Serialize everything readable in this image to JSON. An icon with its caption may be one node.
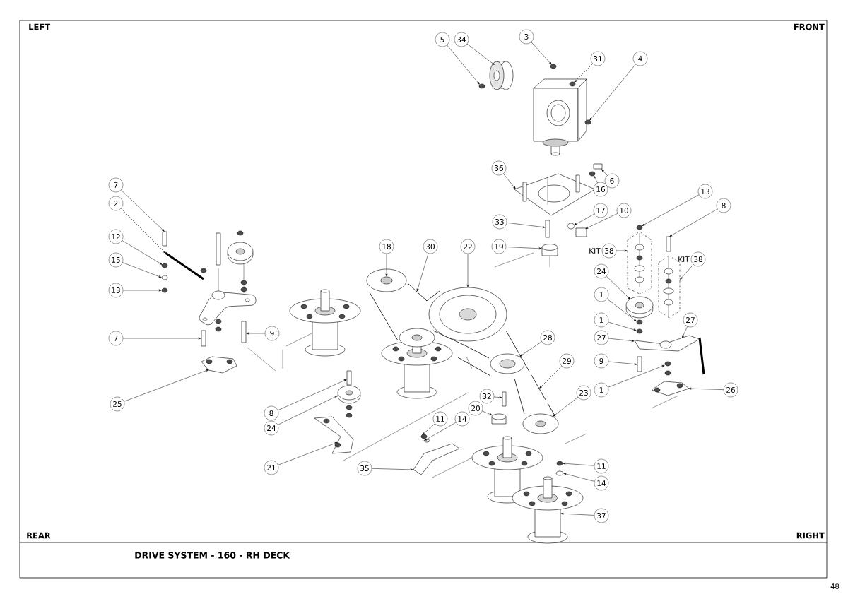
{
  "diagram": {
    "title": "DRIVE SYSTEM - 160 - RH DECK",
    "nodes": [
      {
        "text": [
          "5"
        ]
      },
      {
        "text": [
          "34"
        ]
      },
      {
        "text": [
          "3"
        ]
      },
      {
        "text": [
          "31"
        ]
      },
      {
        "text": [
          "4"
        ]
      },
      {
        "text": [
          "36"
        ]
      },
      {
        "text": [
          "7"
        ]
      },
      {
        "text": [
          "6"
        ]
      },
      {
        "text": [
          "16"
        ]
      },
      {
        "text": [
          "13"
        ]
      },
      {
        "text": [
          "2"
        ]
      },
      {
        "text": [
          "8"
        ]
      },
      {
        "text": [
          "17"
        ]
      },
      {
        "text": [
          "10"
        ]
      },
      {
        "text": [
          "33"
        ]
      },
      {
        "text": [
          "12"
        ]
      },
      {
        "text": [
          "18"
        ]
      },
      {
        "text": [
          "30"
        ]
      },
      {
        "text": [
          "22"
        ]
      },
      {
        "text": [
          "19"
        ]
      },
      {
        "text": [
          "38"
        ],
        "beside": [
          "KIT"
        ]
      },
      {
        "text": [
          "38"
        ],
        "beside": [
          "KIT"
        ]
      },
      {
        "text": [
          "15"
        ]
      },
      {
        "text": [
          "24"
        ]
      },
      {
        "text": [
          "13"
        ]
      },
      {
        "text": [
          "1"
        ]
      },
      {
        "text": [
          "1"
        ]
      },
      {
        "text": [
          "27"
        ]
      },
      {
        "text": [
          "9"
        ]
      },
      {
        "text": [
          "27"
        ]
      },
      {
        "text": [
          "7"
        ]
      },
      {
        "text": [
          "28"
        ]
      },
      {
        "text": [
          "9"
        ]
      },
      {
        "text": [
          "29"
        ]
      },
      {
        "text": [
          "1"
        ]
      },
      {
        "text": [
          "26"
        ]
      },
      {
        "text": [
          "23"
        ]
      },
      {
        "text": [
          "32"
        ]
      },
      {
        "text": [
          "25"
        ]
      },
      {
        "text": [
          "20"
        ]
      },
      {
        "text": [
          "8"
        ]
      },
      {
        "text": [
          "11"
        ]
      },
      {
        "text": [
          "14"
        ]
      },
      {
        "text": [
          "24"
        ]
      },
      {
        "text": [
          "21"
        ]
      },
      {
        "text": [
          "11"
        ]
      },
      {
        "text": [
          "35"
        ]
      },
      {
        "text": [
          "14"
        ]
      },
      {
        "text": [
          "37"
        ]
      },
      {
        "text": [],
        "shape": "circle"
      },
      {
        "text": [],
        "shape": "cylinder"
      },
      {
        "text": [],
        "shape": "picture"
      },
      {
        "text": [],
        "shape": "picture"
      },
      {
        "text": [],
        "shape": "box"
      },
      {
        "text": [],
        "shape": "box"
      },
      {
        "text": [],
        "shape": "circle"
      },
      {
        "text": [],
        "shape": "circle"
      },
      {
        "text": [],
        "shape": "bar"
      },
      {
        "text": [],
        "shape": "box"
      },
      {
        "text": [],
        "shape": "circle"
      },
      {
        "text": [],
        "shape": "box"
      },
      {
        "text": [],
        "shape": "box"
      },
      {
        "text": [],
        "shape": "circle"
      },
      {
        "text": [],
        "shape": "circle"
      },
      {
        "text": [],
        "shape": "bar"
      },
      {
        "text": [],
        "shape": "circle"
      },
      {
        "text": [],
        "shape": "cylinder"
      },
      {
        "text": [],
        "shape": "picture"
      },
      {
        "text": [],
        "shape": "picture"
      },
      {
        "text": [],
        "shape": "circle"
      },
      {
        "text": [],
        "shape": "circle"
      },
      {
        "text": [],
        "shape": "circle"
      },
      {
        "text": [],
        "shape": "circle"
      },
      {
        "text": [],
        "shape": "circle"
      },
      {
        "text": [],
        "shape": "picture"
      },
      {
        "text": [],
        "shape": "box"
      },
      {
        "text": [],
        "shape": "box"
      },
      {
        "text": [],
        "shape": "circle"
      },
      {
        "text": [],
        "shape": "box"
      },
      {
        "text": [],
        "shape": "bar"
      },
      {
        "text": [],
        "shape": "circle"
      },
      {
        "text": [],
        "shape": "picture"
      },
      {
        "text": [],
        "shape": "circle"
      },
      {
        "text": [],
        "shape": "box"
      },
      {
        "text": [],
        "shape": "picture"
      },
      {
        "text": [],
        "shape": "cylinder"
      },
      {
        "text": [],
        "shape": "box"
      },
      {
        "text": [],
        "shape": "circle"
      },
      {
        "text": [],
        "shape": "circle"
      },
      {
        "text": [],
        "shape": "circle"
      },
      {
        "text": [],
        "shape": "picture"
      },
      {
        "text": [],
        "shape": "circle"
      },
      {
        "text": [],
        "shape": "picture"
      },
      {
        "text": [],
        "shape": "circle"
      },
      {
        "text": [],
        "shape": "picture"
      }
    ],
    "edges": [
      {
        "from": 0,
        "to": 49,
        "arrow": "to"
      },
      {
        "from": 1,
        "to": 50,
        "arrow": "to"
      },
      {
        "from": 2,
        "to": 51,
        "arrow": "to"
      },
      {
        "from": 3,
        "to": 51,
        "arrow": "to"
      },
      {
        "from": 4,
        "to": 51,
        "arrow": "to"
      },
      {
        "from": 5,
        "to": 52,
        "arrow": "to"
      },
      {
        "from": 6,
        "to": 53,
        "arrow": "to"
      },
      {
        "from": 7,
        "to": 54,
        "arrow": "to"
      },
      {
        "from": 8,
        "to": 55,
        "arrow": "to"
      },
      {
        "from": 9,
        "to": 56,
        "arrow": "to"
      },
      {
        "from": 10,
        "to": 57,
        "arrow": "to"
      },
      {
        "from": 11,
        "to": 58,
        "arrow": "to"
      },
      {
        "from": 12,
        "to": 59,
        "arrow": "to"
      },
      {
        "from": 13,
        "to": 60,
        "arrow": "to"
      },
      {
        "from": 14,
        "to": 61,
        "arrow": "to"
      },
      {
        "from": 15,
        "to": 62,
        "arrow": "to"
      },
      {
        "from": 16,
        "to": 63,
        "arrow": "to"
      },
      {
        "from": 17,
        "to": 64,
        "arrow": "to"
      },
      {
        "from": 18,
        "to": 65,
        "arrow": "to"
      },
      {
        "from": 19,
        "to": 66,
        "arrow": "to"
      },
      {
        "from": 20,
        "to": 67,
        "arrow": "to"
      },
      {
        "from": 21,
        "to": 68,
        "arrow": "to"
      },
      {
        "from": 22,
        "to": 69,
        "arrow": "to"
      },
      {
        "from": 23,
        "to": 70,
        "arrow": "to"
      },
      {
        "from": 24,
        "to": 71,
        "arrow": "to"
      },
      {
        "from": 25,
        "to": 72,
        "arrow": "to"
      },
      {
        "from": 26,
        "to": 73,
        "arrow": "to"
      },
      {
        "from": 27,
        "to": 74,
        "arrow": "to"
      },
      {
        "from": 28,
        "to": 75,
        "arrow": "to"
      },
      {
        "from": 29,
        "to": 74,
        "arrow": "to"
      },
      {
        "from": 30,
        "to": 76,
        "arrow": "to"
      },
      {
        "from": 31,
        "to": 77,
        "arrow": "to"
      },
      {
        "from": 32,
        "to": 78,
        "arrow": "to"
      },
      {
        "from": 33,
        "to": 79,
        "arrow": "to"
      },
      {
        "from": 34,
        "to": 80,
        "arrow": "to"
      },
      {
        "from": 35,
        "to": 81,
        "arrow": "to"
      },
      {
        "from": 36,
        "to": 82,
        "arrow": "to"
      },
      {
        "from": 37,
        "to": 83,
        "arrow": "to"
      },
      {
        "from": 38,
        "to": 84,
        "arrow": "to"
      },
      {
        "from": 39,
        "to": 85,
        "arrow": "to"
      },
      {
        "from": 40,
        "to": 86,
        "arrow": "to"
      },
      {
        "from": 41,
        "to": 87,
        "arrow": "to"
      },
      {
        "from": 42,
        "to": 88,
        "arrow": "to"
      },
      {
        "from": 43,
        "to": 89,
        "arrow": "to"
      },
      {
        "from": 44,
        "to": 90,
        "arrow": "to"
      },
      {
        "from": 45,
        "to": 91,
        "arrow": "to"
      },
      {
        "from": 46,
        "to": 92,
        "arrow": "to"
      },
      {
        "from": 47,
        "to": 93,
        "arrow": "to"
      },
      {
        "from": 48,
        "to": 94,
        "arrow": "to"
      }
    ],
    "labels": [
      "LEFT",
      "FRONT",
      "REAR",
      "RIGHT",
      "48"
    ]
  }
}
